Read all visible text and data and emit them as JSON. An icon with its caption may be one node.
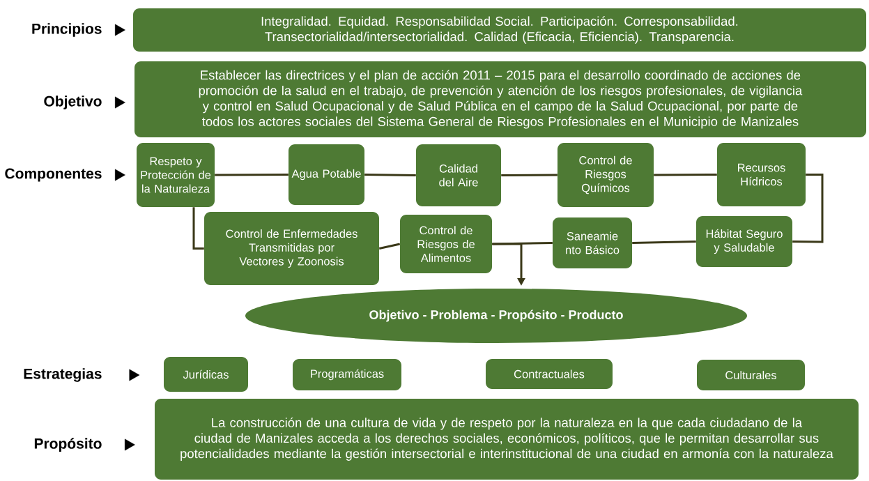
{
  "diagram": {
    "nodes": [
      {
        "text": [
          "Principios"
        ]
      },
      {
        "text": [
          "Integralidad. Equidad. Responsabilidad Social. Participación. Corresponsabilidad. Transectorialidad/intersectorialidad. Calidad (Eficacia, Eficiencia). Transparencia."
        ]
      },
      {
        "text": [
          "Objetivo"
        ]
      },
      {
        "text": [
          "Establecer las directrices y el plan de acción 2011 – 2015 para el desarrollo coordinado de acciones de promoción de la salud en el trabajo, de prevención y atención de los riesgos profesionales, de vigilancia y control en Salud Ocupacional y de Salud Pública en el campo de la Salud Ocupacional, por parte de todos los actores sociales del Sistema General de Riesgos Profesionales en el Municipio de Manizales"
        ]
      },
      {
        "text": [
          "Componentes"
        ]
      },
      {
        "text": [
          "Respeto y Protección de la Naturaleza"
        ]
      },
      {
        "text": [
          "Agua Potable"
        ]
      },
      {
        "text": [
          "Calidad del Aire"
        ]
      },
      {
        "text": [
          "Control de Riesgos Químicos"
        ]
      },
      {
        "text": [
          "Recursos Hídricos"
        ]
      },
      {
        "text": [
          "Control de Enfermedades Transmitidas por Vectores y Zoonosis"
        ]
      },
      {
        "text": [
          "Control de Riesgos de Alimentos"
        ]
      },
      {
        "text": [
          "Saneamie nto Básico"
        ]
      },
      {
        "text": [
          "Hábitat Seguro y Saludable"
        ]
      },
      {
        "text": [
          "Objetivo - Problema - Propósito - Producto"
        ]
      },
      {
        "text": [
          "Estrategias"
        ]
      },
      {
        "text": [
          "Jurídicas"
        ]
      },
      {
        "text": [
          "Programáticas"
        ]
      },
      {
        "text": [
          "Contractuales"
        ]
      },
      {
        "text": [
          "Culturales"
        ]
      },
      {
        "text": [
          "Propósito"
        ]
      },
      {
        "text": [
          "La construcción de una cultura de vida y de respeto por la naturaleza en la que cada ciudadano de la ciudad de Manizales acceda a los derechos sociales, económicos, políticos, que le permitan desarrollar sus potencialidades mediante la gestión intersectorial e interinstitucional de una ciudad en armonía con la naturaleza"
        ]
      }
    ],
    "edges": [
      {
        "from": 0,
        "to": 1,
        "arrow": "to"
      },
      {
        "from": 2,
        "to": 3,
        "arrow": "to"
      },
      {
        "from": 4,
        "to": 5,
        "arrow": "to"
      },
      {
        "from": 5,
        "to": 6,
        "arrow": "none"
      },
      {
        "from": 6,
        "to": 7,
        "arrow": "none"
      },
      {
        "from": 7,
        "to": 8,
        "arrow": "none"
      },
      {
        "from": 8,
        "to": 9,
        "arrow": "none"
      },
      {
        "from": 9,
        "to": 13,
        "arrow": "none"
      },
      {
        "from": 13,
        "to": 12,
        "arrow": "none"
      },
      {
        "from": 12,
        "to": 11,
        "arrow": "none"
      },
      {
        "from": 5,
        "to": 10,
        "arrow": "none"
      },
      {
        "from": 10,
        "to": 11,
        "arrow": "none"
      },
      {
        "from": 11,
        "to": 14,
        "arrow": "to"
      },
      {
        "from": 15,
        "to": 16,
        "arrow": "to"
      },
      {
        "from": 20,
        "to": 21,
        "arrow": "to"
      }
    ]
  }
}
